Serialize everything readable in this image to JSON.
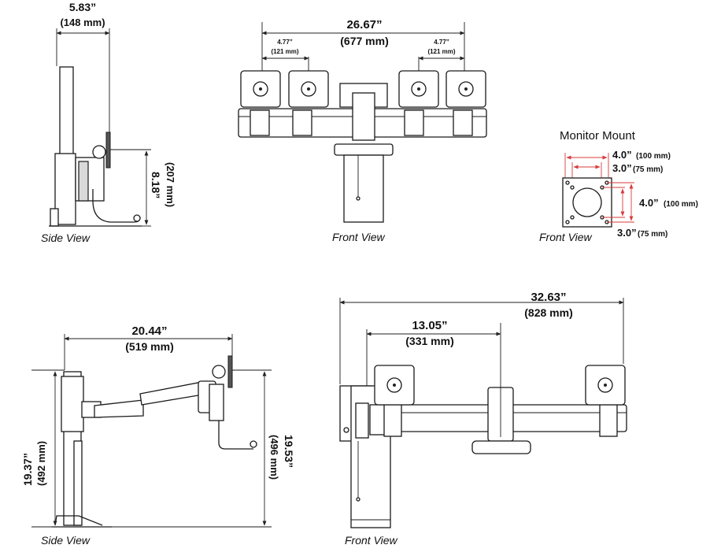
{
  "views": {
    "top_side": {
      "label": "Side View",
      "width_in": "5.83”",
      "width_mm": "(148 mm)",
      "height_in": "8.18”",
      "height_mm": "(207 mm)"
    },
    "top_front": {
      "label": "Front View",
      "overall_in": "26.67”",
      "overall_mm": "(677 mm)",
      "left_spacing_in": "4.77”",
      "left_spacing_mm": "(121 mm)",
      "right_spacing_in": "4.77”",
      "right_spacing_mm": "(121 mm)"
    },
    "monitor_mount": {
      "title": "Monitor Mount",
      "label": "Front View",
      "h_outer_in": "4.0”",
      "h_outer_mm": "(100 mm)",
      "h_inner_in": "3.0”",
      "h_inner_mm": "(75 mm)",
      "v_outer_in": "4.0”",
      "v_outer_mm": "(100 mm)",
      "v_inner_in": "3.0”",
      "v_inner_mm": "(75 mm)"
    },
    "bottom_side": {
      "label": "Side View",
      "reach_in": "20.44”",
      "reach_mm": "(519 mm)",
      "left_height_in": "19.37”",
      "left_height_mm": "(492 mm)",
      "right_height_in": "19.53”",
      "right_height_mm": "(496 mm)"
    },
    "bottom_front": {
      "label": "Front View",
      "overall_in": "32.63”",
      "overall_mm": "(828 mm)",
      "partial_in": "13.05”",
      "partial_mm": "(331 mm)"
    }
  }
}
